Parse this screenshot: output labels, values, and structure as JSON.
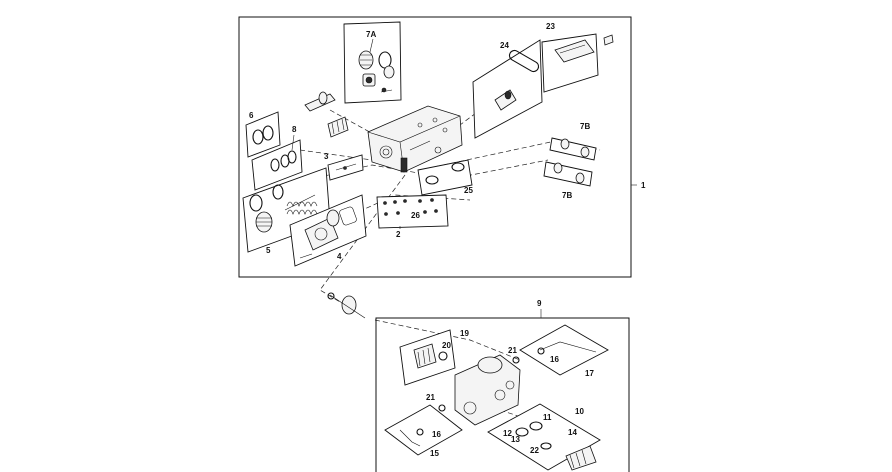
{
  "callouts": {
    "c1": "1",
    "c2": "2",
    "c3": "3",
    "c4": "4",
    "c5": "5",
    "c6": "6",
    "c7a": "7A",
    "c7b_top": "7B",
    "c7b_bottom": "7B",
    "c8": "8",
    "c9": "9",
    "c10": "10",
    "c11": "11",
    "c12": "12",
    "c13": "13",
    "c14": "14",
    "c15": "15",
    "c16_top": "16",
    "c16_bottom": "16",
    "c17": "17",
    "c19": "19",
    "c20": "20",
    "c21_top": "21",
    "c21_bottom": "21",
    "c22": "22",
    "c23": "23",
    "c24": "24",
    "c25": "25",
    "c26": "26"
  }
}
